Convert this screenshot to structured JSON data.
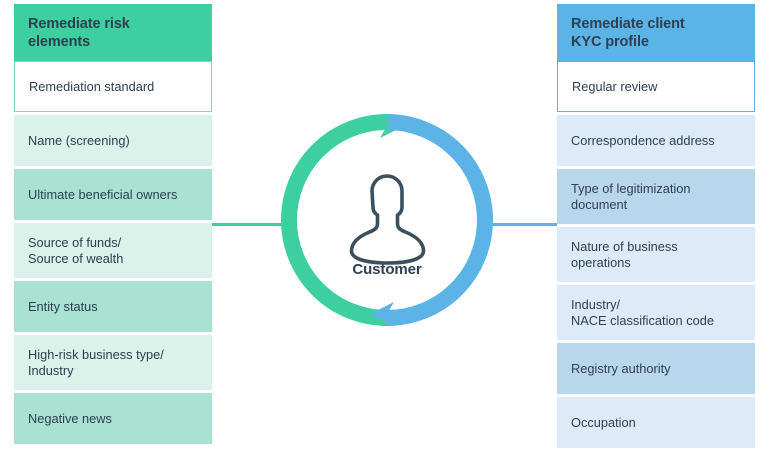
{
  "diagram": {
    "center": {
      "label": "Customer",
      "icon": "person-icon"
    },
    "colors": {
      "green_header": "#3dcfa0",
      "green_light": "#d9f2ea",
      "green_mid": "#a9e1d2",
      "green_border": "#7fd9bd",
      "blue_header": "#5bb4e5",
      "blue_light": "#dcebf7",
      "blue_mid": "#b9d7ec",
      "blue_border": "#62b2e2",
      "text": "#2e3f4f",
      "icon_stroke": "#3c4f5e"
    }
  },
  "left_panel": {
    "header": "Remediate risk\nelements",
    "items": [
      {
        "label": "Remediation standard",
        "tint": "g-white",
        "lines": 1
      },
      {
        "label": "Name (screening)",
        "tint": "g-light",
        "lines": 1
      },
      {
        "label": "Ultimate beneficial owners",
        "tint": "g-mid",
        "lines": 1
      },
      {
        "label": "Source of funds/\nSource of wealth",
        "tint": "g-light",
        "lines": 2
      },
      {
        "label": "Entity status",
        "tint": "g-mid",
        "lines": 1
      },
      {
        "label": "High-risk business type/\nIndustry",
        "tint": "g-light",
        "lines": 2
      },
      {
        "label": "Negative news",
        "tint": "g-mid",
        "lines": 1
      }
    ]
  },
  "right_panel": {
    "header": "Remediate client\nKYC profile",
    "items": [
      {
        "label": "Regular review",
        "tint": "b-white",
        "lines": 1
      },
      {
        "label": "Correspondence address",
        "tint": "b-light",
        "lines": 1
      },
      {
        "label": "Type of legitimization\ndocument",
        "tint": "b-mid",
        "lines": 2
      },
      {
        "label": "Nature of business\noperations",
        "tint": "b-light",
        "lines": 2
      },
      {
        "label": "Industry/\nNACE classification code",
        "tint": "b-light",
        "lines": 2
      },
      {
        "label": "Registry authority",
        "tint": "b-mid",
        "lines": 1
      },
      {
        "label": "Occupation",
        "tint": "b-light",
        "lines": 1
      }
    ]
  }
}
